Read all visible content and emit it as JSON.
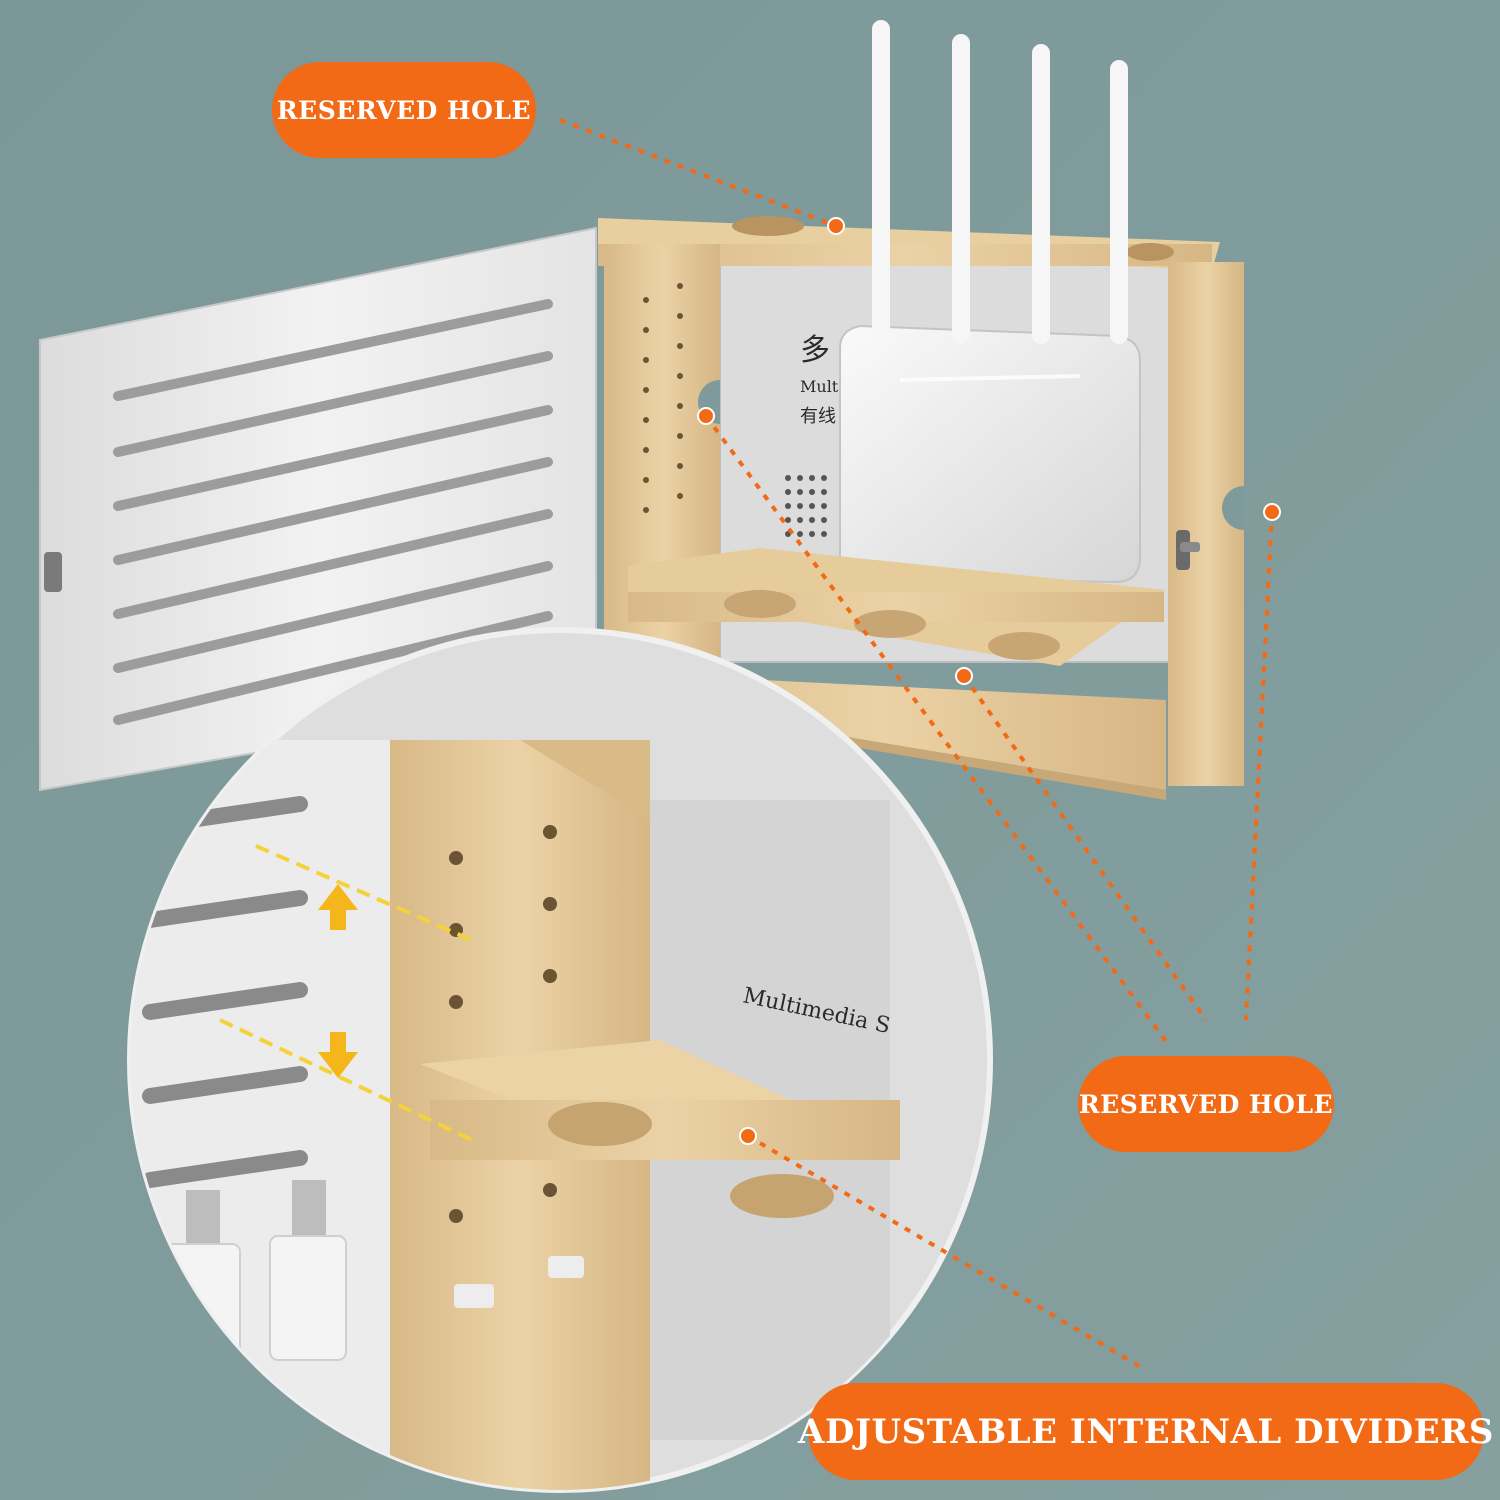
{
  "colors": {
    "accent": "#f26a16",
    "wall": "#7f9a9a",
    "wood": "#e2c493",
    "door": "#ececec"
  },
  "callouts": {
    "top": "RESERVED HOLE",
    "right": "RESERVED HOLE",
    "bottom": "ADJUSTABLE INTERNAL DIVIDERS"
  },
  "cabinet_labels": {
    "top_char": "多",
    "brand_partial": "Mult",
    "chinese_partial": "有线",
    "zoom_brand": "Multimedia S"
  }
}
